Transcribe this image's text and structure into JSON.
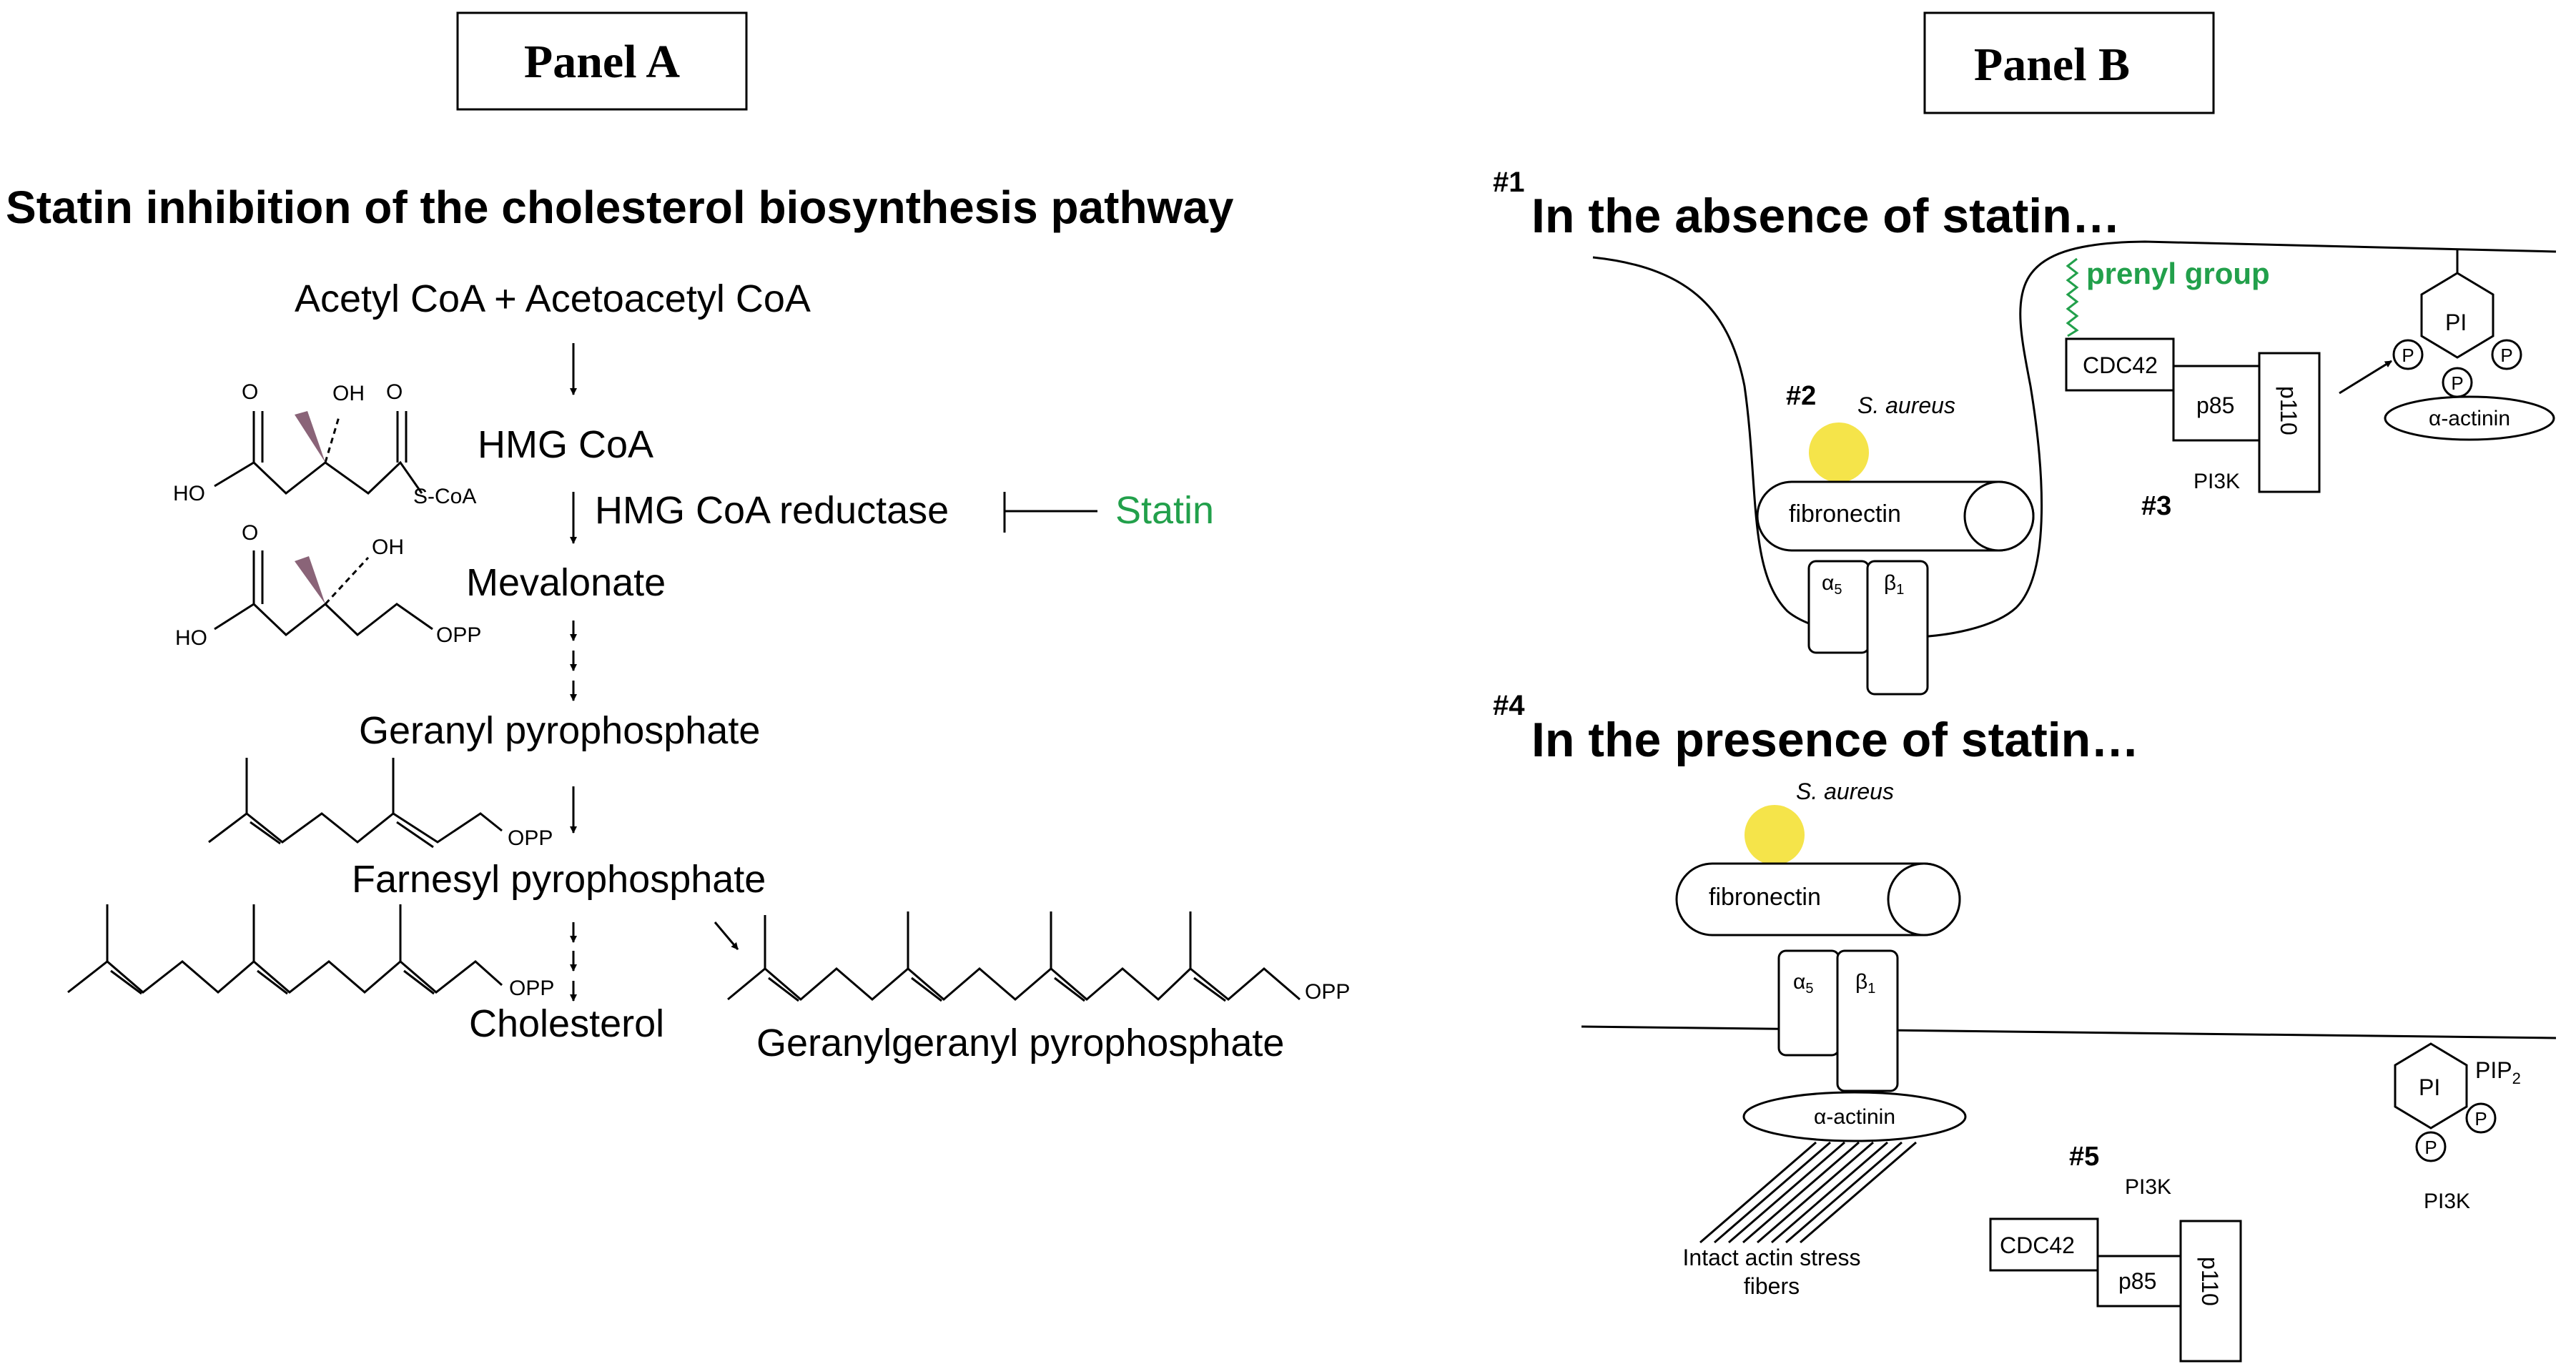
{
  "panel_a": {
    "label": "Panel A",
    "title": "Statin inhibition of the cholesterol biosynthesis pathway",
    "steps": {
      "acetyl": "Acetyl CoA + Acetoacetyl CoA",
      "hmg": "HMG CoA",
      "reductase": "HMG CoA reductase",
      "statin": "Statin",
      "mevalonate": "Mevalonate",
      "geranyl": "Geranyl pyrophosphate",
      "farnesyl": "Farnesyl pyrophosphate",
      "cholesterol": "Cholesterol",
      "ggpp": "Geranylgeranyl pyrophosphate"
    },
    "chem": {
      "o": "O",
      "oh": "OH",
      "ho": "HO",
      "scoa": "S-CoA",
      "opp": "OPP"
    },
    "colors": {
      "statin": "#22a04b",
      "wedge": "#8a6478"
    }
  },
  "panel_b": {
    "label": "Panel B",
    "top": {
      "num": "#1",
      "title": "In the absence of statin…",
      "num2": "#2",
      "bacteria": "S. aureus",
      "fibronectin": "fibronectin",
      "alpha": "α",
      "alpha_sub": "5",
      "beta": "β",
      "beta_sub": "1",
      "prenyl": "prenyl group",
      "cdc42": "CDC42",
      "p85": "p85",
      "p110": "p110",
      "pi3k": "PI3K",
      "num3": "#3",
      "pi": "PI",
      "p": "P",
      "actinin": "α-actinin"
    },
    "bottom": {
      "num": "#4",
      "title": "In the presence of statin…",
      "bacteria": "S. aureus",
      "fibronectin": "fibronectin",
      "alpha": "α",
      "alpha_sub": "5",
      "beta": "β",
      "beta_sub": "1",
      "actinin": "α-actinin",
      "fibers_line1": "Intact actin stress",
      "fibers_line2": "fibers",
      "num5": "#5",
      "pi3k_label": "PI3K",
      "cdc42": "CDC42",
      "p85": "p85",
      "p110": "p110",
      "pi": "PI",
      "pip2": "PIP",
      "pip2_sub": "2",
      "p": "P",
      "pi3k_right": "PI3K"
    },
    "colors": {
      "bacteria": "#f5e44a",
      "prenyl": "#22a04b"
    }
  }
}
